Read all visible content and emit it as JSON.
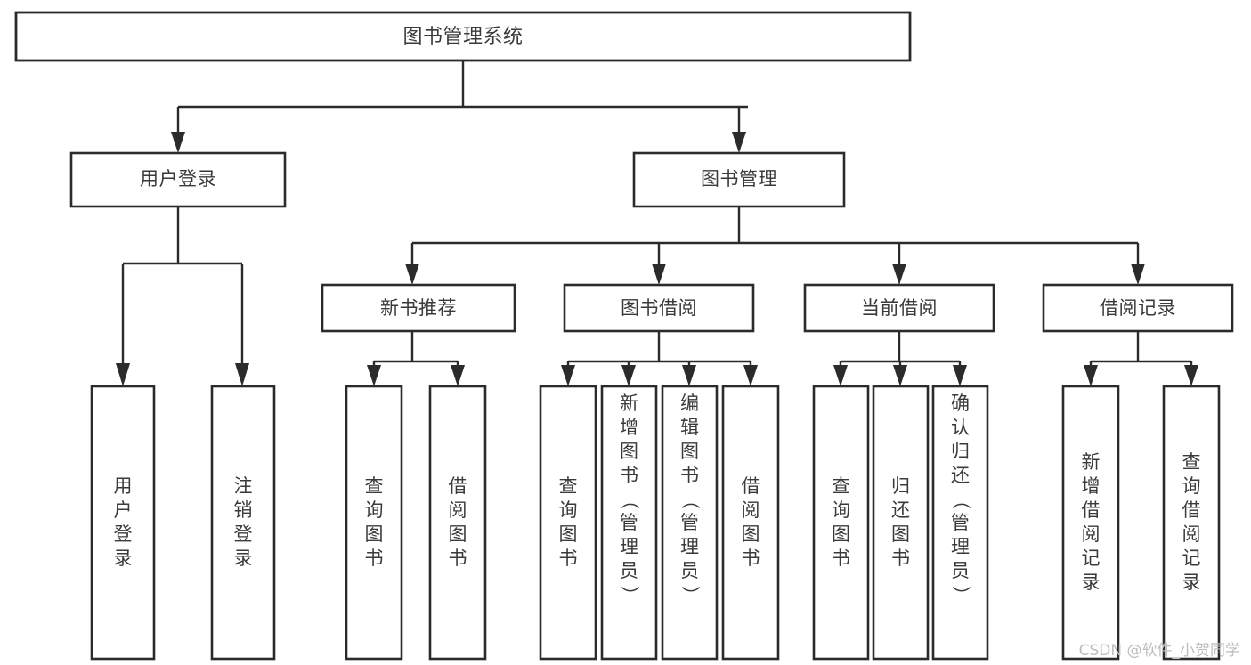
{
  "diagram": {
    "type": "tree",
    "title": "图书管理系统",
    "watermark": "CSDN @软件_小贺同学",
    "root": {
      "id": "root",
      "label": "图书管理系统",
      "orientation": "horizontal"
    },
    "level2": [
      {
        "id": "user-login",
        "label": "用户登录",
        "orientation": "horizontal"
      },
      {
        "id": "book-manage",
        "label": "图书管理",
        "orientation": "horizontal"
      }
    ],
    "level3": [
      {
        "id": "new-book-recommend",
        "label": "新书推荐",
        "parent": "book-manage",
        "orientation": "horizontal"
      },
      {
        "id": "book-borrow",
        "label": "图书借阅",
        "parent": "book-manage",
        "orientation": "horizontal"
      },
      {
        "id": "current-borrow",
        "label": "当前借阅",
        "parent": "book-manage",
        "orientation": "horizontal"
      },
      {
        "id": "borrow-record",
        "label": "借阅记录",
        "parent": "book-manage",
        "orientation": "horizontal"
      }
    ],
    "leaves": [
      {
        "id": "leaf-user-login",
        "label": "用户登录",
        "parent": "user-login",
        "orientation": "vertical"
      },
      {
        "id": "leaf-logout-login",
        "label": "注销登录",
        "parent": "user-login",
        "orientation": "vertical"
      },
      {
        "id": "leaf-query-book-1",
        "label": "查询图书",
        "parent": "new-book-recommend",
        "orientation": "vertical"
      },
      {
        "id": "leaf-borrow-book-1",
        "label": "借阅图书",
        "parent": "new-book-recommend",
        "orientation": "vertical"
      },
      {
        "id": "leaf-query-book-2",
        "label": "查询图书",
        "parent": "book-borrow",
        "orientation": "vertical"
      },
      {
        "id": "leaf-add-book",
        "label": "新增图书（管理员）",
        "parent": "book-borrow",
        "orientation": "vertical"
      },
      {
        "id": "leaf-edit-book",
        "label": "编辑图书（管理员）",
        "parent": "book-borrow",
        "orientation": "vertical"
      },
      {
        "id": "leaf-borrow-book-2",
        "label": "借阅图书",
        "parent": "book-borrow",
        "orientation": "vertical"
      },
      {
        "id": "leaf-query-book-3",
        "label": "查询图书",
        "parent": "current-borrow",
        "orientation": "vertical"
      },
      {
        "id": "leaf-return-book",
        "label": "归还图书",
        "parent": "current-borrow",
        "orientation": "vertical"
      },
      {
        "id": "leaf-confirm-return",
        "label": "确认归还（管理员）",
        "parent": "current-borrow",
        "orientation": "vertical"
      },
      {
        "id": "leaf-add-record",
        "label": "新增借阅记录",
        "parent": "borrow-record",
        "orientation": "vertical"
      },
      {
        "id": "leaf-query-record",
        "label": "查询借阅记录",
        "parent": "borrow-record",
        "orientation": "vertical"
      }
    ],
    "colors": {
      "stroke": "#2b2b2b",
      "box_fill": "#ffffff",
      "text": "#3a3a3a",
      "background": "#ffffff",
      "watermark": "#bdbdbd"
    }
  }
}
